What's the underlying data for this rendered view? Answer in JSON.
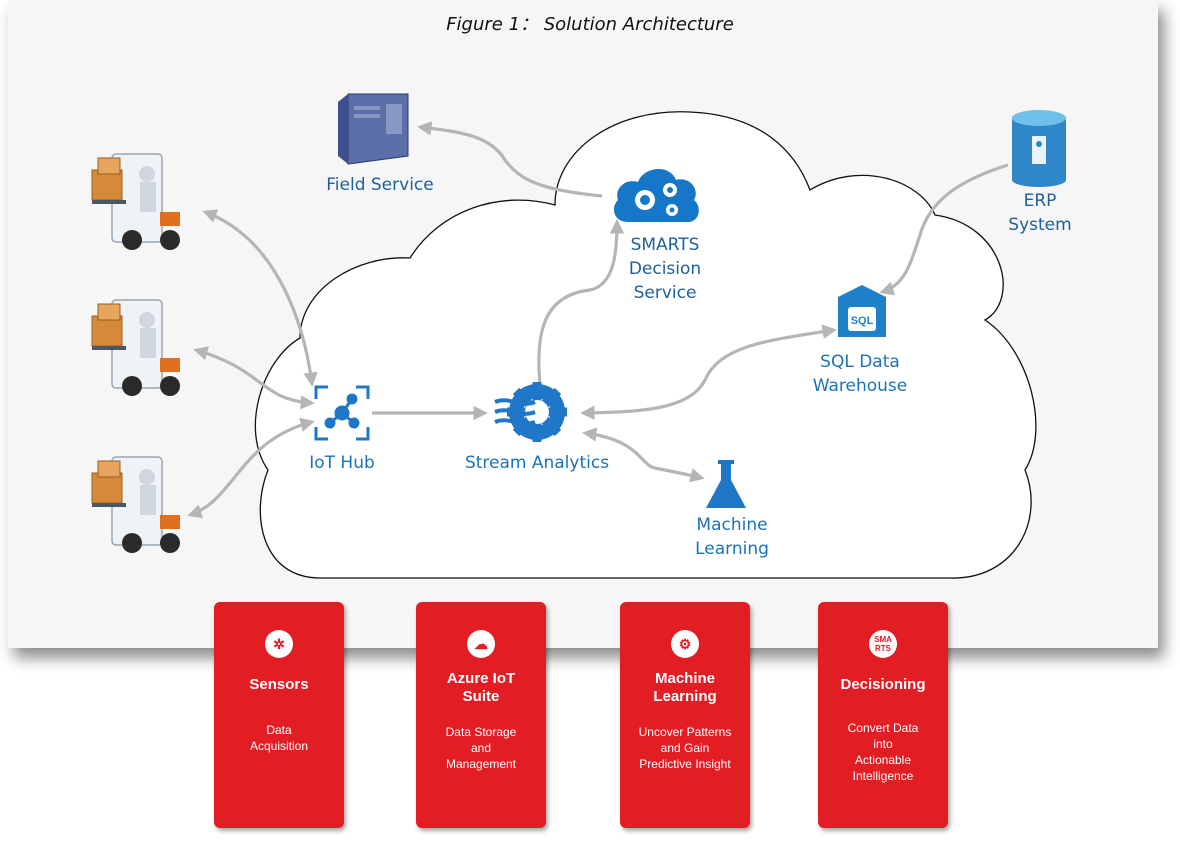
{
  "caption": "Figure 1： Solution Architecture",
  "nodes": {
    "field_service": "Field Service",
    "smarts": [
      "SMARTS",
      "Decision",
      "Service"
    ],
    "erp": [
      "ERP",
      "System"
    ],
    "sql": [
      "SQL Data",
      "Warehouse"
    ],
    "iot_hub": "IoT Hub",
    "stream_analytics": "Stream Analytics",
    "machine_learning": [
      "Machine",
      "Learning"
    ],
    "sql_badge": "SQL"
  },
  "cards": [
    {
      "icon": "sensor-network-icon",
      "icon_text": "",
      "title": [
        "Sensors"
      ],
      "desc": [
        "Data",
        "Acquisition"
      ]
    },
    {
      "icon": "database-cloud-icon",
      "icon_text": "",
      "title": [
        "Azure IoT",
        "Suite"
      ],
      "desc": [
        "Data Storage",
        "and",
        "Management"
      ]
    },
    {
      "icon": "brain-gear-icon",
      "icon_text": "",
      "title": [
        "Machine",
        "Learning"
      ],
      "desc": [
        "Uncover Patterns",
        "and Gain",
        "Predictive Insight"
      ]
    },
    {
      "icon": "smarts-logo-icon",
      "icon_text": [
        "SMA",
        "RTS"
      ],
      "title": [
        "Decisioning"
      ],
      "desc": [
        "Convert Data",
        "into",
        "Actionable",
        "Intelligence"
      ]
    }
  ],
  "colors": {
    "accent_blue": "#1a73b8",
    "card_red": "#e21d24",
    "arrow_gray": "#b5b5b5"
  }
}
